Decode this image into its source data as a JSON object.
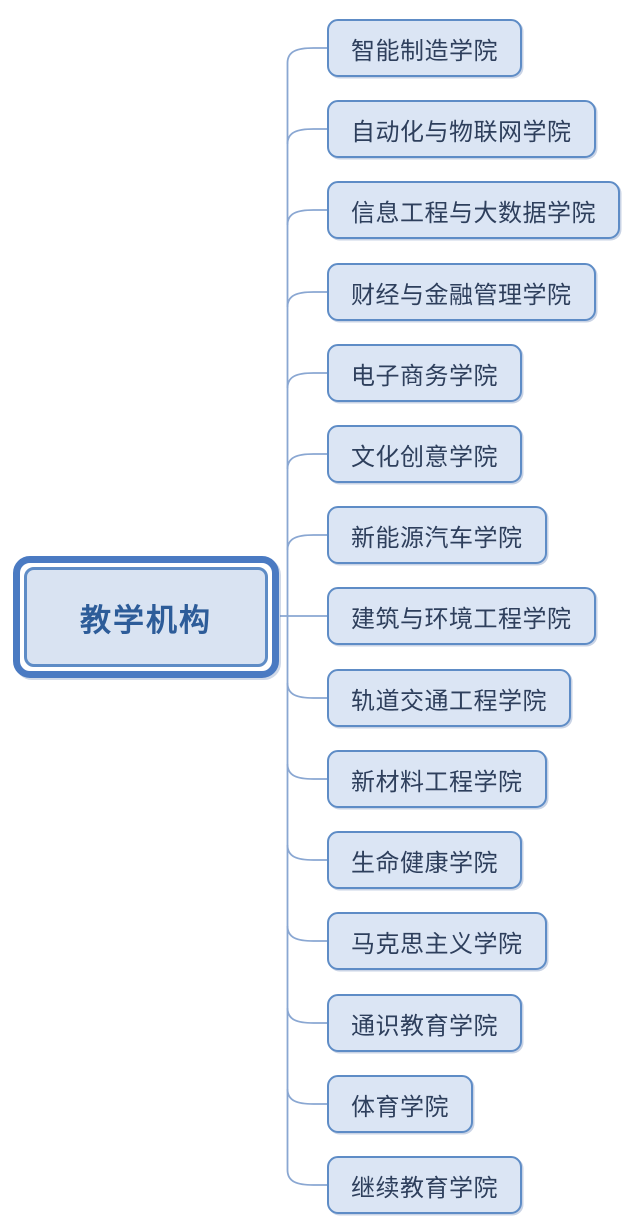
{
  "diagram": {
    "type": "mindmap",
    "root": {
      "label": "教学机构"
    },
    "children": [
      {
        "label": "智能制造学院"
      },
      {
        "label": "自动化与物联网学院"
      },
      {
        "label": "信息工程与大数据学院"
      },
      {
        "label": "财经与金融管理学院"
      },
      {
        "label": "电子商务学院"
      },
      {
        "label": "文化创意学院"
      },
      {
        "label": "新能源汽车学院"
      },
      {
        "label": "建筑与环境工程学院"
      },
      {
        "label": "轨道交通工程学院"
      },
      {
        "label": "新材料工程学院"
      },
      {
        "label": "生命健康学院"
      },
      {
        "label": "马克思主义学院"
      },
      {
        "label": "通识教育学院"
      },
      {
        "label": "体育学院"
      },
      {
        "label": "继续教育学院"
      }
    ]
  },
  "colors": {
    "background": "#ffffff",
    "node_fill": "#dbe5f4",
    "node_border": "#5e8cc6",
    "node_text": "#2e3f5c",
    "root_fill": "#d9e3f2",
    "root_border": "#4a7ac2",
    "root_text": "#2d5c99",
    "connector": "#8aa7d2"
  }
}
